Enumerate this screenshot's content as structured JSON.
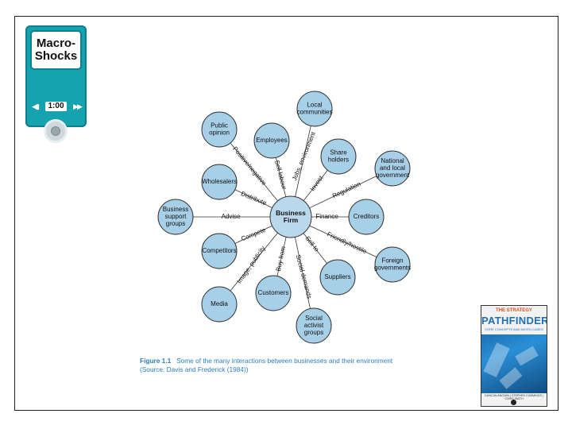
{
  "widget": {
    "line1": "Macro-",
    "line2": "Shocks",
    "timer": "1:00",
    "prev_glyph": "◀▮",
    "next_glyph": "▶▶"
  },
  "diagram": {
    "center": [
      "Business",
      "Firm"
    ],
    "nodes": [
      {
        "id": "local",
        "lines": [
          "Local",
          "communities"
        ]
      },
      {
        "id": "shareholders",
        "lines": [
          "Share",
          "holders"
        ]
      },
      {
        "id": "national",
        "lines": [
          "National",
          "and local",
          "government"
        ]
      },
      {
        "id": "creditors",
        "lines": [
          "Creditors"
        ]
      },
      {
        "id": "foreign",
        "lines": [
          "Foreign",
          "governments"
        ]
      },
      {
        "id": "suppliers",
        "lines": [
          "Suppliers"
        ]
      },
      {
        "id": "social",
        "lines": [
          "Social",
          "activist",
          "groups"
        ]
      },
      {
        "id": "customers",
        "lines": [
          "Customers"
        ]
      },
      {
        "id": "media",
        "lines": [
          "Media"
        ]
      },
      {
        "id": "competitors",
        "lines": [
          "Competitors"
        ]
      },
      {
        "id": "bsg",
        "lines": [
          "Business",
          "support",
          "groups"
        ]
      },
      {
        "id": "wholesalers",
        "lines": [
          "Wholesalers"
        ]
      },
      {
        "id": "public",
        "lines": [
          "Public",
          "opinion"
        ]
      },
      {
        "id": "employees",
        "lines": [
          "Employees"
        ]
      }
    ],
    "edges": [
      {
        "id": "local",
        "label": "Jobs, environment"
      },
      {
        "id": "shareholders",
        "label": "Invest"
      },
      {
        "id": "national",
        "label": "Regulation"
      },
      {
        "id": "creditors",
        "label": "Finance"
      },
      {
        "id": "foreign",
        "label": "Friendly/hostile"
      },
      {
        "id": "suppliers",
        "label": "Sell to"
      },
      {
        "id": "social",
        "label": "Social demands"
      },
      {
        "id": "customers",
        "label": "Buy from"
      },
      {
        "id": "media",
        "label": "Image, publicity"
      },
      {
        "id": "competitors",
        "label": "Compete"
      },
      {
        "id": "bsg",
        "label": "Advise"
      },
      {
        "id": "wholesalers",
        "label": "Distribute"
      },
      {
        "id": "public",
        "label": "Positive/negative"
      },
      {
        "id": "employees",
        "label": "Sell labour"
      }
    ]
  },
  "caption": {
    "label": "Figure 1.1",
    "text": "Some of the many interactions between businesses and their environment",
    "source": "(Source: Davis and Frederick (1984))"
  },
  "book": {
    "series": "THE STRATEGY",
    "title": "PATHFINDER",
    "subtitle": "CORE CONCEPTS AND MICRO-CASES",
    "authors": "DUNCAN ANGWIN | STEPHEN CUMMINGS | CHRIS SMITH"
  },
  "colors": {
    "widget": "#17a2b0",
    "node_fill": "#a8cfe8",
    "caption": "#2a7fbf",
    "book_title": "#1f6fb5",
    "book_series": "#d9531e"
  }
}
